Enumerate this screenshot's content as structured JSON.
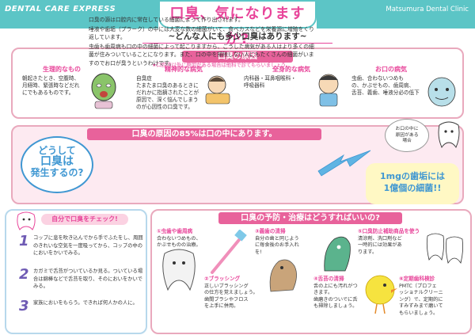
{
  "header": {
    "brand": "DENTAL CARE EXPRESS",
    "title": "口臭、気になりますか?",
    "clinic": "Matsumura Dental Clinic",
    "subtitle": "~どんな人にも多少口臭はあります~"
  },
  "colors": {
    "accent": "#e8459a",
    "teal": "#5cc5c6",
    "blue": "#3f97d2",
    "purple": "#6f5bb4"
  },
  "causes": {
    "heading": "口臭の原因",
    "items": [
      {
        "title": "生理的なもの",
        "body": "朝起きたとき、空腹時、\n月経時、緊張時などだれ\nにでもあるものです。"
      },
      {
        "title": "精神的な病気",
        "body": "自臭症\nたまたま口臭のあるときに\nだれかに指摘されたことが\n原因で、深く悩んでしまう\nのが心因性の口臭です。"
      },
      {
        "title": "全身的な病気",
        "body": "内科器・耳鼻咽喉科・\n呼吸器科"
      },
      {
        "title": "お口の病気",
        "body": "虫歯、合わないつめも\nの、かぶせもの、歯周病、\n舌苔、義歯、唾液分必の低下"
      }
    ],
    "note": "★口腔内以外に原因がある場合は他科で診てもらいましょう。"
  },
  "cause85": {
    "heading": "口臭の原因の85%は口の中にあります。",
    "paragraphs": [
      "口臭の源は口腔内に常在している細菌によって作り出されます。",
      "唾液や歯垢（プラーク）の中には大変な数の細菌がいて、食べカスなどを栄養源に増殖をくり返しています。",
      "虫歯も歯周病も口の中の細菌によって起こりますから、こうした病気がある人はより多くの細菌が住みついていることになります。また、口の中を掃除しない人にもたくさんの細菌がいますのでお口が臭うというわけです。"
    ],
    "question": [
      "どうして",
      "口臭は",
      "発生するの?"
    ],
    "bubble": "お口の中に\n原因がある\n場合",
    "fact": [
      "1mgの歯垢には",
      "1億個の細菌!!"
    ]
  },
  "selfcheck": {
    "heading": "自分で口臭をチェック!",
    "items": [
      {
        "num": "1",
        "text": "コップに息を吹き込んでから手でふたをし、周囲のきれいな空気を一度吸ってから、コップの中のにおいをかいでみる。"
      },
      {
        "num": "2",
        "text": "カガミで舌苔がついているか見る。ついている場合は綿棒などで舌苔を取り、そのにおいをかいでみる。"
      },
      {
        "num": "3",
        "text": "家族においをもらう。できれば何人かの人に。"
      }
    ]
  },
  "prevention": {
    "heading": "口臭の予防・治療はどうすればいいの?",
    "tips": [
      {
        "title": "①虫歯や歯周病",
        "body": "合わないつめもの、\nかぶせものの治療。"
      },
      {
        "title": "②ブラッシング",
        "body": "正しいブラッシング\nの仕方を覚えましょう。\n歯間ブラシやフロス\nを上手に併用。"
      },
      {
        "title": "③義歯の清掃",
        "body": "自分の歯と同じよう\nに毎食後のお手入れ\nを!"
      },
      {
        "title": "④舌苔の清掃",
        "body": "舌の上にも汚れがつ\nきます。\n歯磨きのついでに舌\nも掃除しましょう。"
      },
      {
        "title": "⑤口臭防止補助商品を使う",
        "body": "清涼剤、洗口剤など\n一時的には効果があ\nります。"
      },
      {
        "title": "⑥定期歯科検診",
        "body": "PMTC（プロフェ\nッショナルクリーニ\nング）で、定期的に\nすみずみまで磨いて\nもらいましょう。"
      }
    ]
  }
}
